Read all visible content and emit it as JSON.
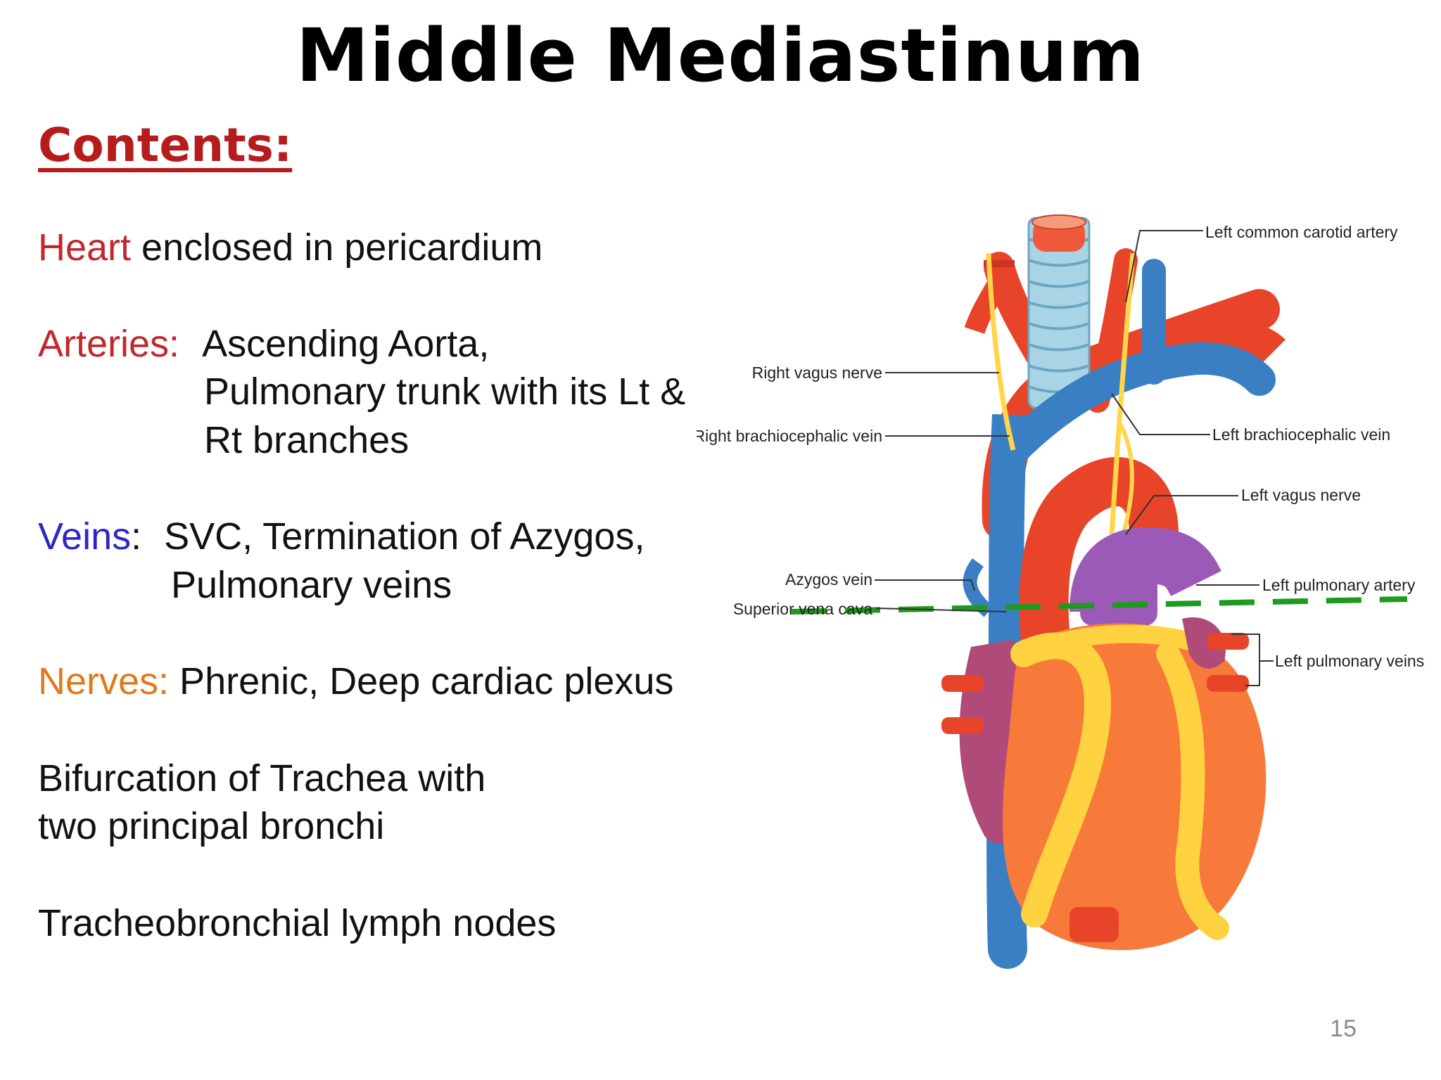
{
  "slide": {
    "title": "Middle Mediastinum",
    "contents_heading": "Contents:",
    "page_number": "15"
  },
  "contents": {
    "heart": {
      "key": "Heart",
      "text": " enclosed in pericardium"
    },
    "arteries": {
      "key": "Arteries:",
      "line1": "Ascending Aorta,",
      "line2": "Pulmonary trunk with its Lt &",
      "line3": "Rt branches"
    },
    "veins": {
      "key": "Veins",
      "colon": ":",
      "line1": "SVC, Termination of Azygos,",
      "line2": "Pulmonary veins"
    },
    "nerves": {
      "key": "Nerves:",
      "text": " Phrenic, Deep cardiac plexus"
    },
    "trachea": {
      "line1": "Bifurcation of Trachea with",
      "line2": " two principal bronchi"
    },
    "lymph": {
      "text": "Tracheobronchial lymph nodes"
    }
  },
  "diagram_labels": {
    "left_common_carotid_artery": "Left common carotid artery",
    "right_vagus_nerve": "Right vagus nerve",
    "right_brachiocephalic_vein": "Right brachiocephalic vein",
    "left_brachiocephalic_vein": "Left brachiocephalic vein",
    "left_vagus_nerve": "Left vagus nerve",
    "azygos_vein": "Azygos vein",
    "superior_vena_cava": "Superior vena cava",
    "left_pulmonary_artery": "Left pulmonary artery",
    "left_pulmonary_veins": "Left pulmonary veins"
  },
  "colors": {
    "key_red": "#c1272d",
    "key_blue": "#2b27c8",
    "key_orange": "#e07a1f",
    "heading_red": "#b71c1c",
    "artery_red": "#e8442a",
    "vein_blue": "#3a7fc4",
    "pulmonary_purple": "#9c5ab8",
    "heart_orange": "#f77a3a",
    "fat_yellow": "#ffd23f",
    "trachea_blue": "#a8d4e6",
    "dashed_line_green": "#1e9a1e"
  }
}
